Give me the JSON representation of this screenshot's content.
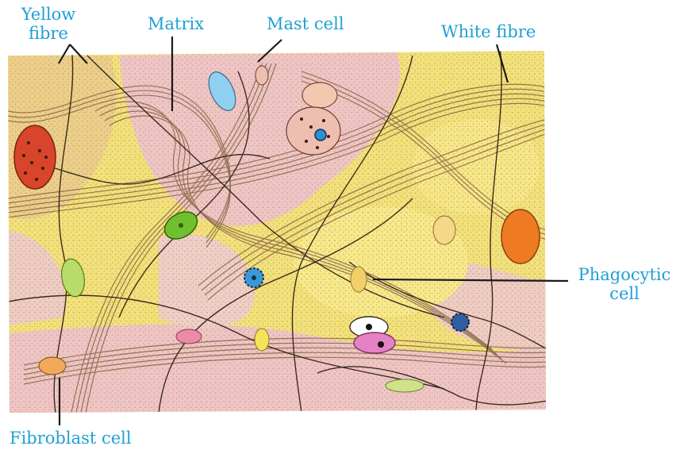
{
  "labels": {
    "yellow_fibre_line1": "Yellow",
    "yellow_fibre_line2": "fibre",
    "matrix": "Matrix",
    "mast_cell": "Mast cell",
    "white_fibre": "White fibre",
    "phagocytic_line1": "Phagocytic",
    "phagocytic_line2": "cell",
    "fibroblast_cell": "Fibroblast cell"
  },
  "colors": {
    "label_text": "#1f9fd6",
    "leader_line": "#1a1a1a",
    "tissue_yellow": "#f2e27a",
    "tissue_pink": "#efc6c6",
    "fibre_brown": "#8a6a4a",
    "fibre_dark": "#3a2a1e",
    "cell_red": "#d8452a",
    "cell_orange": "#ee7a22",
    "cell_green": "#6fbf2e",
    "cell_blue": "#8fd0f0",
    "cell_pink": "#e582c4"
  }
}
